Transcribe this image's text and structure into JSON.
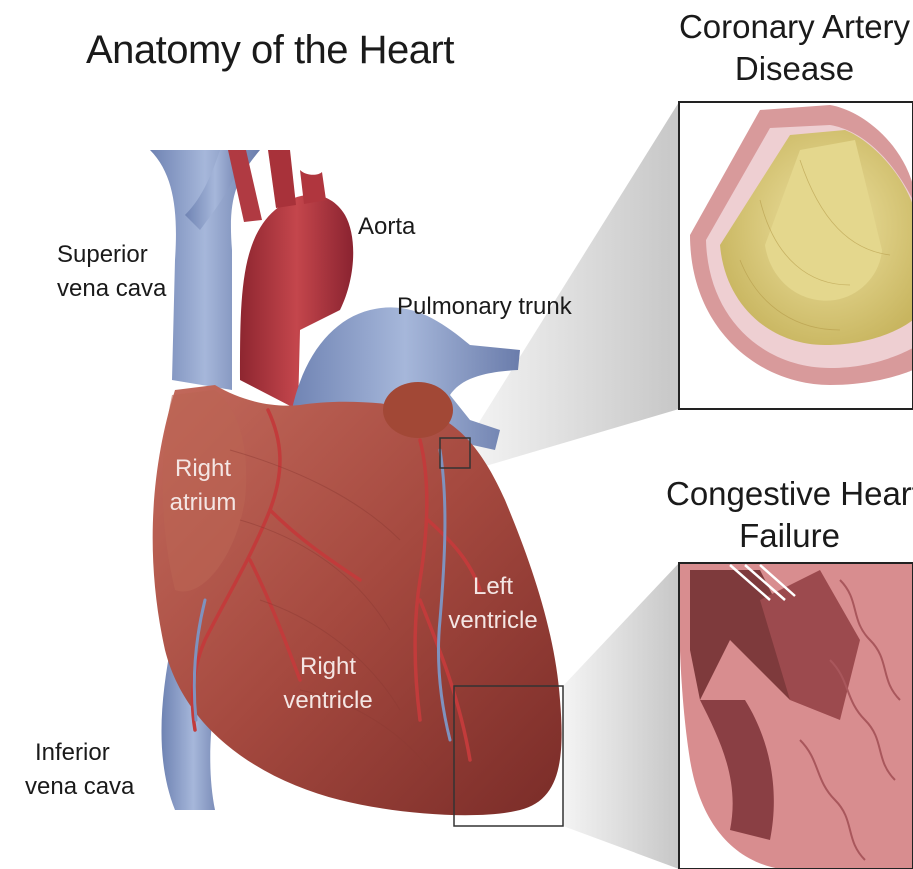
{
  "title": "Anatomy of the Heart",
  "labels": {
    "aorta": "Aorta",
    "superior_vena_cava": [
      "Superior",
      "vena cava"
    ],
    "pulmonary_trunk": "Pulmonary trunk",
    "right_atrium": [
      "Right",
      "atrium"
    ],
    "left_ventricle": [
      "Left",
      "ventricle"
    ],
    "right_ventricle": [
      "Right",
      "ventricle"
    ],
    "inferior_vena_cava": [
      "Inferior",
      "vena cava"
    ]
  },
  "panels": {
    "coronary": {
      "title": [
        "Coronary Artery",
        "Disease"
      ]
    },
    "chf": {
      "title": [
        "Congestive Heart",
        "Failure"
      ]
    }
  },
  "colors": {
    "heart": "#a94d42",
    "vein": "#7f92be",
    "artery": "#a8323a",
    "plaque": "#d9cb78",
    "myocardium": "#d88d8f"
  }
}
